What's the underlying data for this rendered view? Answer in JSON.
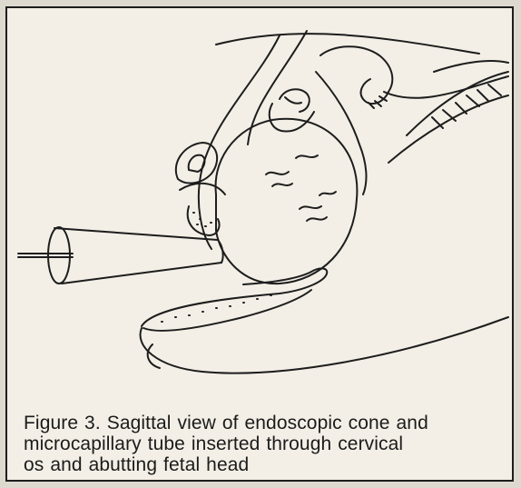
{
  "figure": {
    "caption_lines": [
      "Figure 3. Sagittal view of endoscopic cone and",
      "microcapillary tube inserted through cervical",
      "os and abutting fetal head"
    ]
  },
  "colors": {
    "paper": "#f3efe6",
    "ink": "#1d1d1d",
    "frame": "#1d1d1d"
  }
}
